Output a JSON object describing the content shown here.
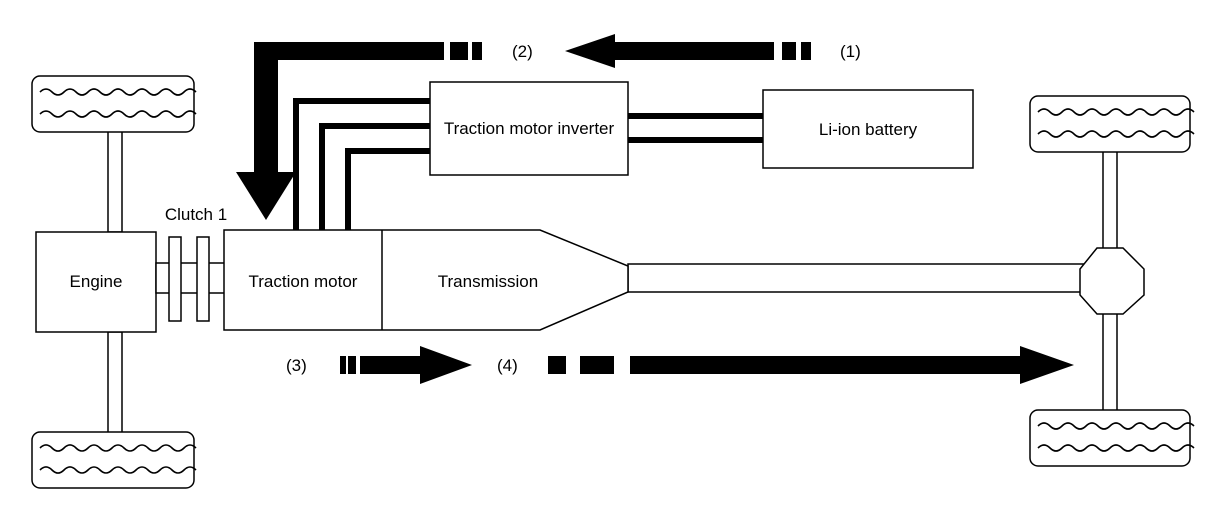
{
  "components": {
    "engine": "Engine",
    "clutch": "Clutch 1",
    "traction_motor": "Traction motor",
    "transmission": "Transmission",
    "inverter": "Traction motor inverter",
    "battery": "Li-ion battery"
  },
  "flow_labels": {
    "step1": "(1)",
    "step2": "(2)",
    "step3": "(3)",
    "step4": "(4)"
  },
  "colors": {
    "line": "#000000",
    "background": "#ffffff"
  }
}
